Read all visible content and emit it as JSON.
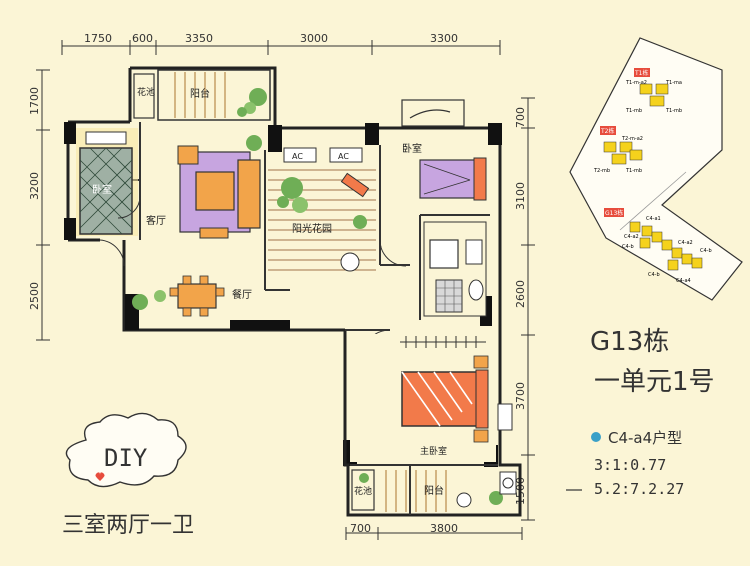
{
  "dimensions": {
    "top": [
      "1750",
      "600",
      "3350",
      "3000",
      "3300"
    ],
    "left": [
      "1700",
      "3200",
      "2500"
    ],
    "right": [
      "700",
      "3100",
      "2600",
      "3700",
      "1500"
    ],
    "bottom": [
      "700",
      "3800"
    ]
  },
  "rooms": {
    "flower_bed_top": "花池",
    "balcony_top": "阳台",
    "bedroom_left": "卧室",
    "living_room": "客厅",
    "sunroom_garden": "阳光花园",
    "bedroom_right": "卧室",
    "dining": "餐厅",
    "master_bedroom": "主卧室",
    "flower_bed_bottom": "花池",
    "balcony_bottom": "阳台",
    "ac_1": "AC",
    "ac_2": "AC"
  },
  "site_map": {
    "building_labels": [
      "T1栋",
      "T2栋",
      "G13栋"
    ],
    "t1_units": [
      "T1-m-a2",
      "T1-ma",
      "T1-mb",
      "T1-mb"
    ],
    "t2_units": [
      "T2-m-a2",
      "T2-mb",
      "T1-mb"
    ],
    "g13_units": [
      "C4-a1",
      "C4-a2",
      "C4-b",
      "C4-a2",
      "C4-b",
      "C4-b",
      "C4-a4"
    ]
  },
  "info": {
    "building_unit": "G13栋",
    "unit_number": "一单元1号",
    "unit_type": "C4-a4户型",
    "diy": "DIY",
    "layout": "三室两厅一卫",
    "scribble_1": "3:1:0.77",
    "scribble_2": "5.2:7.2.27"
  },
  "colors": {
    "background": "#fbf5d6",
    "bed_purple": "#c7a5e0",
    "bed_orange": "#f27a4a",
    "sofa_orange": "#f2a44a",
    "wall": "#111111",
    "plant_green": "#6fae56",
    "yellow_block": "#f5d21c",
    "unit_dot": "#3aa0c8"
  }
}
